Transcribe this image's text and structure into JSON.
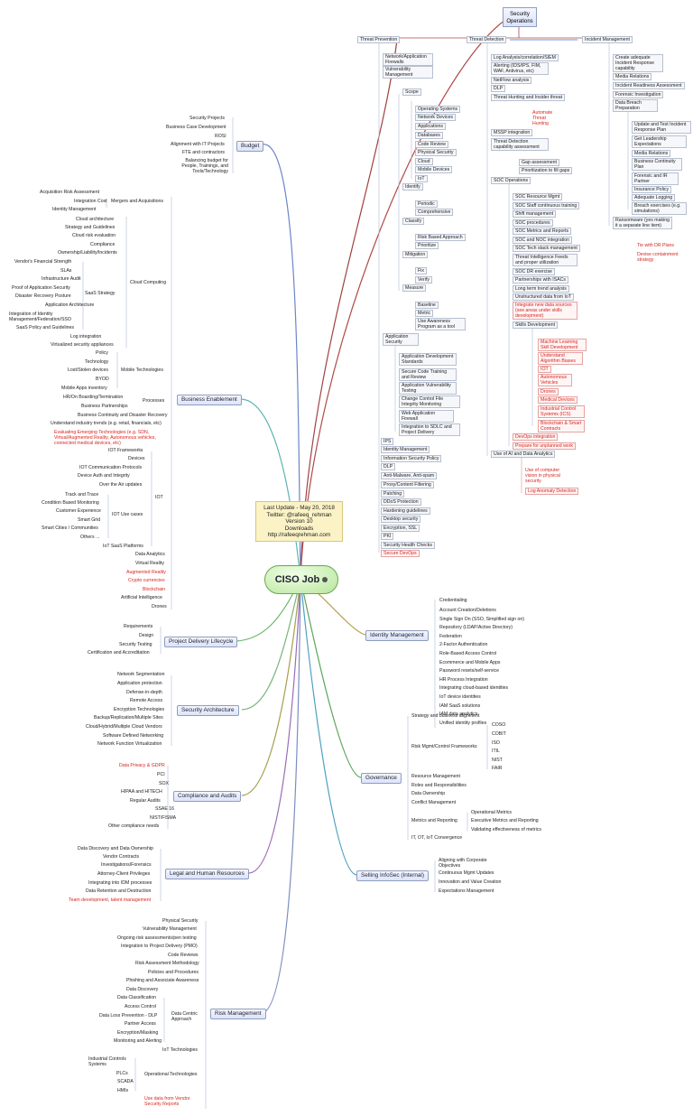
{
  "root": "CISO Job",
  "info": [
    "Last Update - May 20, 2018",
    "Twitter: @rafeeq_rehman",
    "Version 10",
    "Downloads",
    "http://rafeeqrehman.com"
  ],
  "security_operations": {
    "title": "Security Operations",
    "threat_prevention": {
      "label": "Threat Prevention",
      "items": [
        "Network/Application Firewalls",
        "Vulnerability Management",
        "Scope",
        "Operating Systems",
        "Network Devices",
        "Applications",
        "Databases",
        "Code Review",
        "Physical Security",
        "Cloud",
        "Mobile Devices",
        "IoT",
        "Identify",
        "Periodic",
        "Comprehensive",
        "Classify",
        "Risk Based Approach",
        "Prioritize",
        "Mitigation",
        "Fix",
        "Verify",
        "Measure",
        "Baseline",
        "Metric",
        "Use Awareness Program as a tool",
        "Application Security",
        "Application Development Standards",
        "Secure Code Training and Review",
        "Application Vulnerability Testing",
        "Change Control File Integrity Monitoring",
        "Web Application Firewall",
        "Integration to SDLC and Project Delivery",
        "IPS",
        "Identity Management",
        "Information Security Policy",
        "DLP",
        "Anti-Malware, Anti-spam",
        "Proxy/Content Filtering",
        "Patching",
        "DDoS Protection",
        "Hardening guidelines",
        "Desktop security",
        "Encryption, SSL",
        "PKI",
        "Security Health Checks",
        "Secure DevOps"
      ]
    },
    "threat_detection": {
      "label": "Threat Detection",
      "items": [
        "Log Analysis/correlation/SIEM",
        "Alerting (IDS/IPS, FIM, WAF, Antivirus, etc)",
        "NetFlow analysis",
        "DLP",
        "Threat Hunting and Insider threat",
        "Automate Threat Hunting",
        "MSSP integration",
        "Threat Detection capability assessment",
        "Gap assessment",
        "Prioritization to fill gaps",
        "SOC Operations",
        "SOC Resource Mgmt",
        "SOC Staff continuous training",
        "Shift management",
        "SOC procedures",
        "SOC Metrics and Reports",
        "SOC and NOC integration",
        "SOC Tech stack management",
        "Threat Intelligence Feeds and proper utilization",
        "SOC DR exercise",
        "Partnerships with ISACs",
        "Long term trend analysis",
        "Unstructured data from IoT",
        "Integrate new data sources (see areas under skills development)",
        "Skills Development",
        "Machine Learning Skill Development",
        "Understand Algorithm Biases",
        "IOT",
        "Autonomous Vehicles",
        "Drones",
        "Medical Devices",
        "Industrial Control Systems (ICS)",
        "Blockchain & Smart Contracts",
        "DevOps integration",
        "Prepare for unplanned work",
        "Use of AI and Data Analytics",
        "Use of computer vision in physical security",
        "Log Anomaly Detection"
      ]
    },
    "incident_management": {
      "label": "Incident Management",
      "items": [
        "Create adequate Incident Response capability",
        "Media Relations",
        "Incident Readiness Assessment",
        "Forensic Investigation",
        "Data Breach Preparation",
        "Update and Test Incident Response Plan",
        "Get Leadership Expectations",
        "Media Relations",
        "Business Continuity Plan",
        "Forensic and IR Partner",
        "Insurance Policy",
        "Adequate Logging",
        "Breach exercises (e.g. simulations)",
        "Ransomware (yes making it a separate line item)",
        "Tie with DR Plans",
        "Devise containment strategy"
      ]
    }
  },
  "budget": {
    "label": "Budget",
    "items": [
      "Security Projects",
      "Business Case Development",
      "ROSI",
      "Alignment with IT Projects",
      "FTE and contractors",
      "Balancing budget for People, Trainings, and Tools/Technology"
    ]
  },
  "business_enablement": {
    "label": "Business Enablement",
    "items": [
      "Acquisition Risk Assessment",
      "Integration Cost",
      "Identity Management",
      "Mergers and Acquisitions",
      "Cloud architecture",
      "Strategy and Guidelines",
      "Cloud risk evaluation",
      "Compliance",
      "Ownership/Liability/Incidents",
      "Vendor's Financial Strength",
      "SLAs",
      "Infrastructure Audit",
      "Proof of Application Security",
      "Disaster Recovery Posture",
      "Application Architecture",
      "Integration of Identity Management/Federation/SSO",
      "SaaS Policy and Guidelines",
      "SaaS Strategy",
      "Cloud Computing",
      "Log integration",
      "Virtualized security appliances",
      "Policy",
      "Technology",
      "Lost/Stolen devices",
      "BYOD",
      "Mobile Apps inventory",
      "Mobile Technologies",
      "HR/On Boarding/Termination",
      "Business Partnerships",
      "Processes",
      "Business Continuity and Disaster Recovery",
      "Understand industry trends (e.g. retail, financials, etc)",
      "Evaluating Emerging Technologies (e.g. SDN, Virtual/Augmented Reality, Autonomous vehicles, connected medical devices, etc)",
      "IOT Frameworks",
      "Devices",
      "IOT Communication Protocols",
      "Device Auth and Integrity",
      "Over the Air updates",
      "Track and Trace",
      "Condition Based Monitoring",
      "Customer Experience",
      "Smart Grid",
      "Smart Cities / Communities",
      "Others ...",
      "IOT Use cases",
      "IOT",
      "IoT SaaS Platforms",
      "Data Analytics",
      "Virtual Reality",
      "Augmented Reality",
      "Crypto currencies",
      "Blockchain",
      "Artificial Intelligence",
      "Drones"
    ]
  },
  "project_delivery": {
    "label": "Project Delivery Lifecycle",
    "items": [
      "Requirements",
      "Design",
      "Security Testing",
      "Certification and Accreditation"
    ]
  },
  "security_architecture": {
    "label": "Security Architecture",
    "items": [
      "Network Segmentation",
      "Application protection",
      "Defense-in-depth",
      "Remote Access",
      "Encryption Technologies",
      "Backup/Replication/Multiple Sites",
      "Cloud/Hybrid/Multiple Cloud Vendors",
      "Software Defined Networking",
      "Network Function Virtualization"
    ]
  },
  "compliance": {
    "label": "Compliance and Audits",
    "items": [
      "Data Privacy & GDPR",
      "PCI",
      "SOX",
      "HIPAA and HITECH",
      "Regular Audits",
      "SSAE 16",
      "NIST/FISMA",
      "Other compliance needs"
    ]
  },
  "legal_hr": {
    "label": "Legal and Human Resources",
    "items": [
      "Data Discovery and Data Ownership",
      "Vendor Contracts",
      "Investigations/Forensics",
      "Attorney-Client Privileges",
      "Integrating into IDM processes",
      "Data Retention and Destruction",
      "Team development, talent management"
    ]
  },
  "risk_management": {
    "label": "Risk Management",
    "items": [
      "Physical Security",
      "Vulnerability Management",
      "Ongoing risk assessments/pen testing",
      "Integration to Project Delivery (PMO)",
      "Code Reviews",
      "Risk Assessment Methodology",
      "Policies and Procedures",
      "Phishing and Associate Awareness",
      "Data Discovery",
      "Data Classification",
      "Access Control",
      "Data Loss Prevention - DLP",
      "Partner Access",
      "Encryption/Masking",
      "Monitoring and Alerting",
      "Data Centric Approach",
      "IoT Technologies",
      "Industrial Controls Systems",
      "PLCs",
      "SCADA",
      "HMIs",
      "Operational Technologies",
      "Use data from Vendor Security Reports"
    ]
  },
  "identity_management": {
    "label": "Identity Management",
    "items": [
      "Credentialing",
      "Account Creation/Deletions",
      "Single Sign On (SSO, Simplified sign on)",
      "Repository (LDAP/Active Directory)",
      "Federation",
      "2-Factor Authentication",
      "Role-Based Access Control",
      "Ecommerce and Mobile Apps",
      "Password resets/self-service",
      "HR Process Integration",
      "Integrating cloud-based identities",
      "IoT device identities",
      "IAM SaaS solutions",
      "IAM data analytics",
      "Unified identity profiles"
    ]
  },
  "governance": {
    "label": "Governance",
    "items": [
      "Strategy and business alignment",
      "COSO",
      "COBIT",
      "ISO",
      "ITIL",
      "NIST",
      "FAIR",
      "Risk Mgmt/Control Frameworks",
      "Resource Management",
      "Roles and Responsibilities",
      "Data Ownership",
      "Conflict Management",
      "Operational Metrics",
      "Executive Metrics and Reporting",
      "Validating effectiveness of metrics",
      "Metrics and Reporting",
      "IT, OT, IoT Convergence"
    ]
  },
  "selling": {
    "label": "Selling InfoSec (Internal)",
    "items": [
      "Aligning with Corporate Objectives",
      "Continuous Mgmt Updates",
      "Innovation and Value Creation",
      "Expectations Management"
    ]
  },
  "colors": {
    "red": "#d7261f",
    "branch_border": "#8f9dbf",
    "root_fill": "#b8e59c",
    "info_fill": "#fbf3c6"
  }
}
